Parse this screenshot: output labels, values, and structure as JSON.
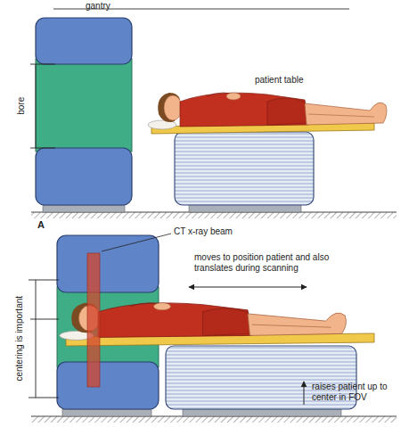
{
  "diagram": {
    "labels": [
      "gantry",
      "bore",
      "patient table",
      "A",
      "CT x-ray beam",
      "moves to position patient and also translates during scanning",
      "centering is important",
      "raises patient up to center in FOV"
    ]
  }
}
